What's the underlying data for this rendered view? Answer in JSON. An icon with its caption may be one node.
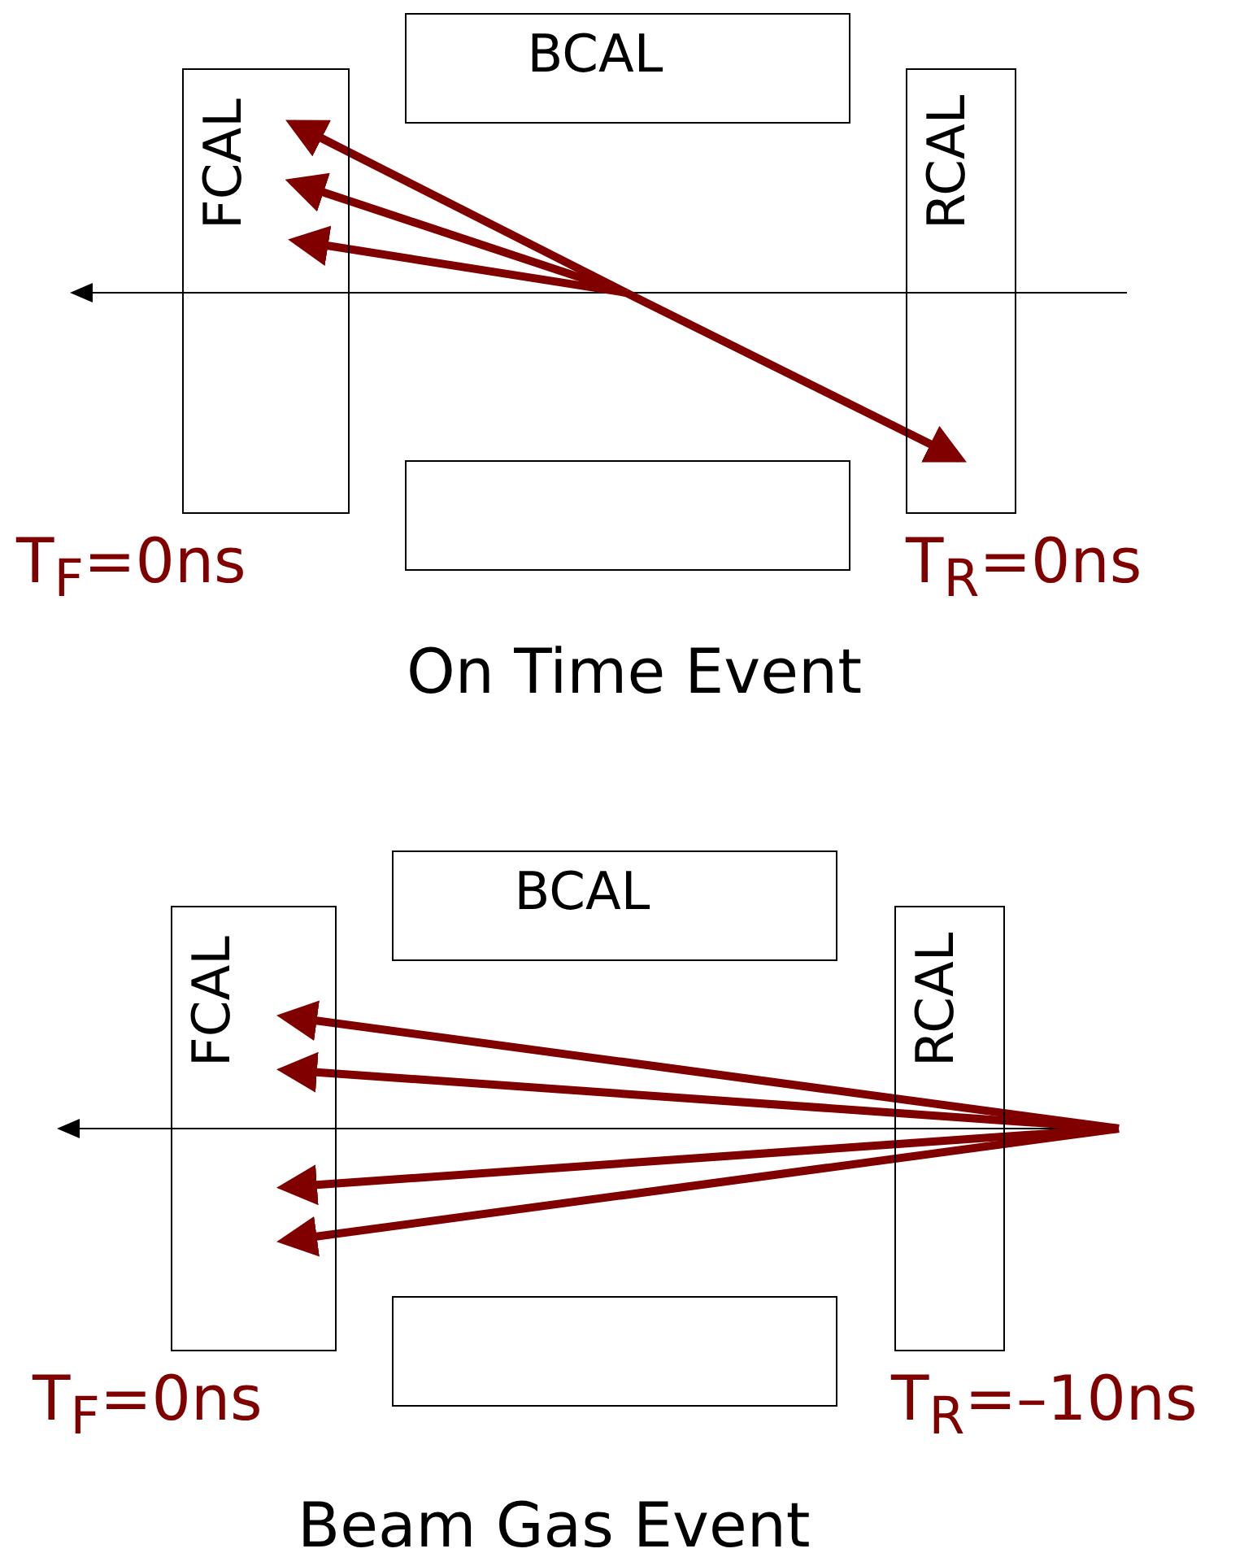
{
  "diagram": {
    "nodes": [
      {
        "text": [
          "FCAL"
        ]
      },
      {
        "text": [
          "BCAL"
        ]
      },
      {
        "text": [
          "RCAL"
        ]
      },
      {
        "text": [],
        "shape": "box"
      },
      {
        "text": [
          "FCAL"
        ]
      },
      {
        "text": [
          "BCAL"
        ]
      },
      {
        "text": [
          "RCAL"
        ]
      },
      {
        "text": [],
        "shape": "box"
      }
    ],
    "edges": [
      {
        "from": null,
        "to": 0,
        "arrow": "to"
      },
      {
        "from": null,
        "to": 0,
        "arrow": "to"
      },
      {
        "from": null,
        "to": 0,
        "arrow": "to"
      },
      {
        "from": null,
        "to": 2,
        "arrow": "to"
      },
      {
        "from": null,
        "to": 4,
        "arrow": "to"
      },
      {
        "from": null,
        "to": 4,
        "arrow": "to"
      },
      {
        "from": null,
        "to": 4,
        "arrow": "to"
      },
      {
        "from": null,
        "to": 4,
        "arrow": "to"
      }
    ],
    "labels": [
      "T$_{F}$=0ns",
      "T$_{R}$=0ns",
      "On Time Event",
      "T$_{F}$=0ns",
      "T$_{R}$=–10ns",
      "Beam Gas Event"
    ]
  }
}
